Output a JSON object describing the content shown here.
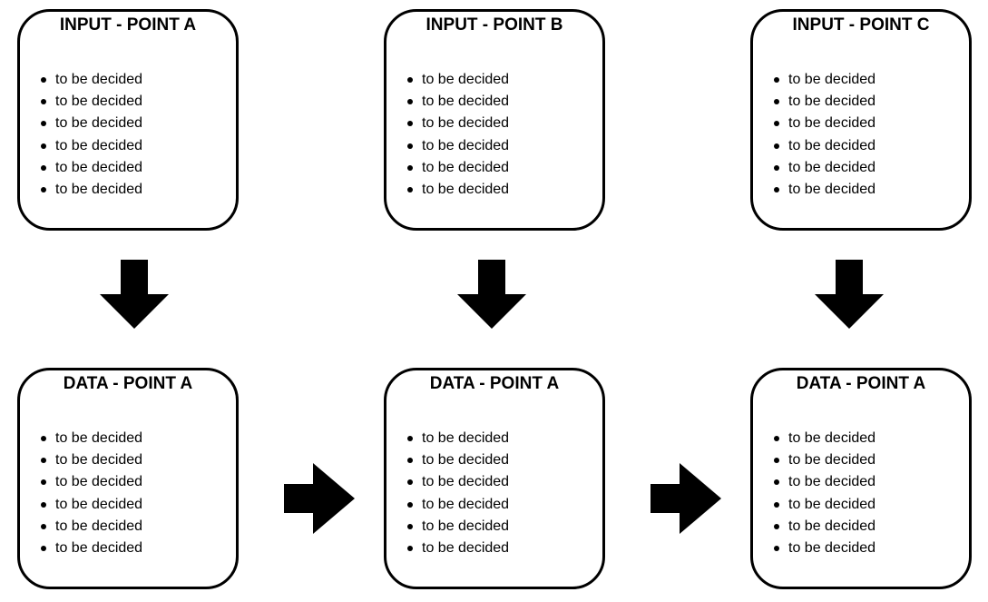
{
  "boxes": [
    {
      "title": "INPUT - POINT A",
      "items": [
        "to be decided",
        "to be decided",
        "to be decided",
        "to be decided",
        "to be decided",
        "to be decided"
      ]
    },
    {
      "title": "INPUT - POINT B",
      "items": [
        "to be decided",
        "to be decided",
        "to be decided",
        "to be decided",
        "to be decided",
        "to be decided"
      ]
    },
    {
      "title": "INPUT - POINT C",
      "items": [
        "to be decided",
        "to be decided",
        "to be decided",
        "to be decided",
        "to be decided",
        "to be decided"
      ]
    },
    {
      "title": "DATA - POINT A",
      "items": [
        "to be decided",
        "to be decided",
        "to be decided",
        "to be decided",
        "to be decided",
        "to be decided"
      ]
    },
    {
      "title": "DATA - POINT A",
      "items": [
        "to be decided",
        "to be decided",
        "to be decided",
        "to be decided",
        "to be decided",
        "to be decided"
      ]
    },
    {
      "title": "DATA - POINT A",
      "items": [
        "to be decided",
        "to be decided",
        "to be decided",
        "to be decided",
        "to be decided",
        "to be decided"
      ]
    }
  ],
  "colors": {
    "stroke": "#000000",
    "background": "#ffffff"
  }
}
